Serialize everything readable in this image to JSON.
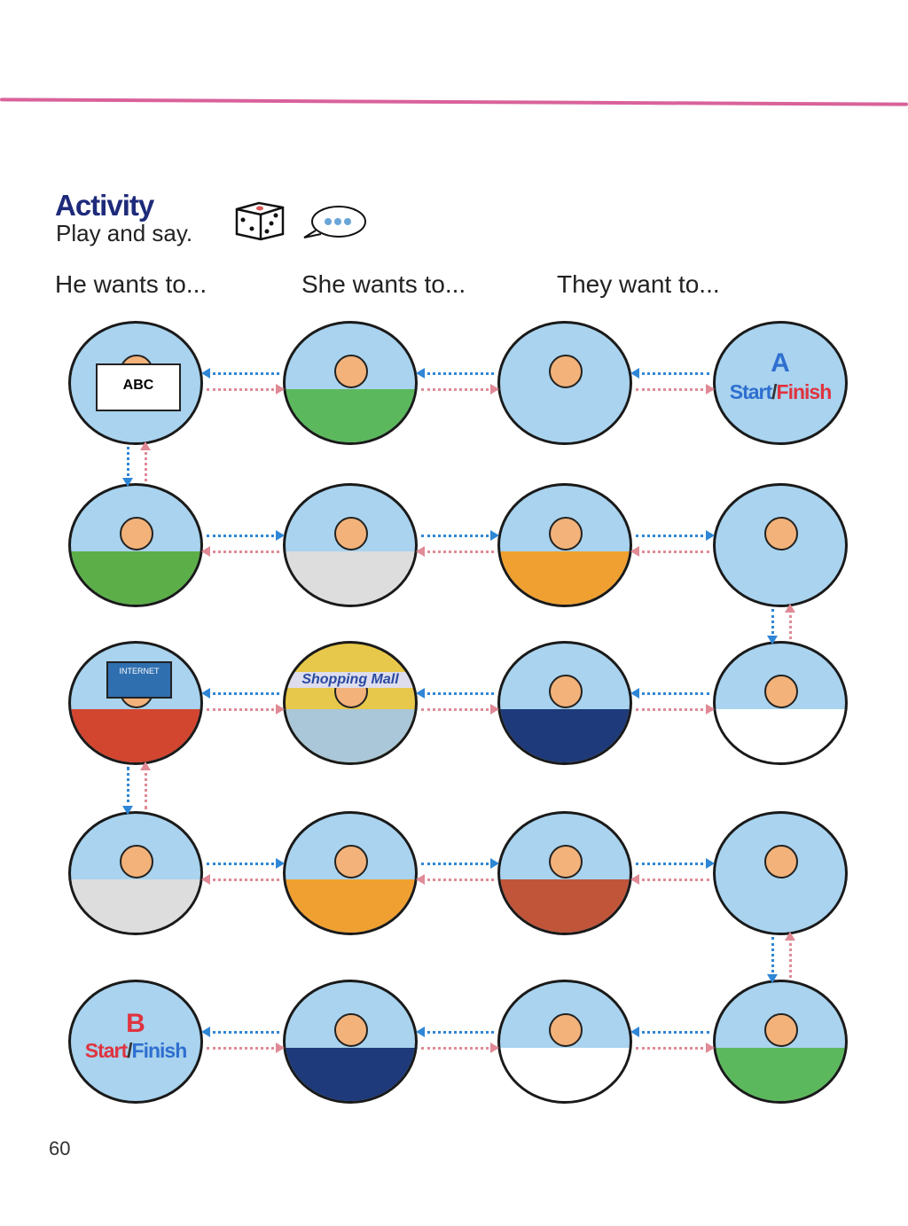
{
  "activity": {
    "title": "Activity",
    "instruction": "Play and say."
  },
  "columns": [
    "He wants to...",
    "She wants to...",
    "They want to..."
  ],
  "labels": {
    "abc": "ABC",
    "mall": "Shopping Mall",
    "internet": "INTERNET",
    "start_a_letter": "A",
    "start_b_letter": "B",
    "start": "Start",
    "slash": "/",
    "finish": "Finish"
  },
  "colors": {
    "start": "#e0333f",
    "finish": "#e0333f",
    "letter_a": "#2f6fd0",
    "letter_b": "#e0333f",
    "start_b": "#e0333f",
    "finish_b": "#2f6fd0",
    "start_a": "#2f6fd0",
    "finish_a": "#e0333f"
  },
  "page_number": "60"
}
